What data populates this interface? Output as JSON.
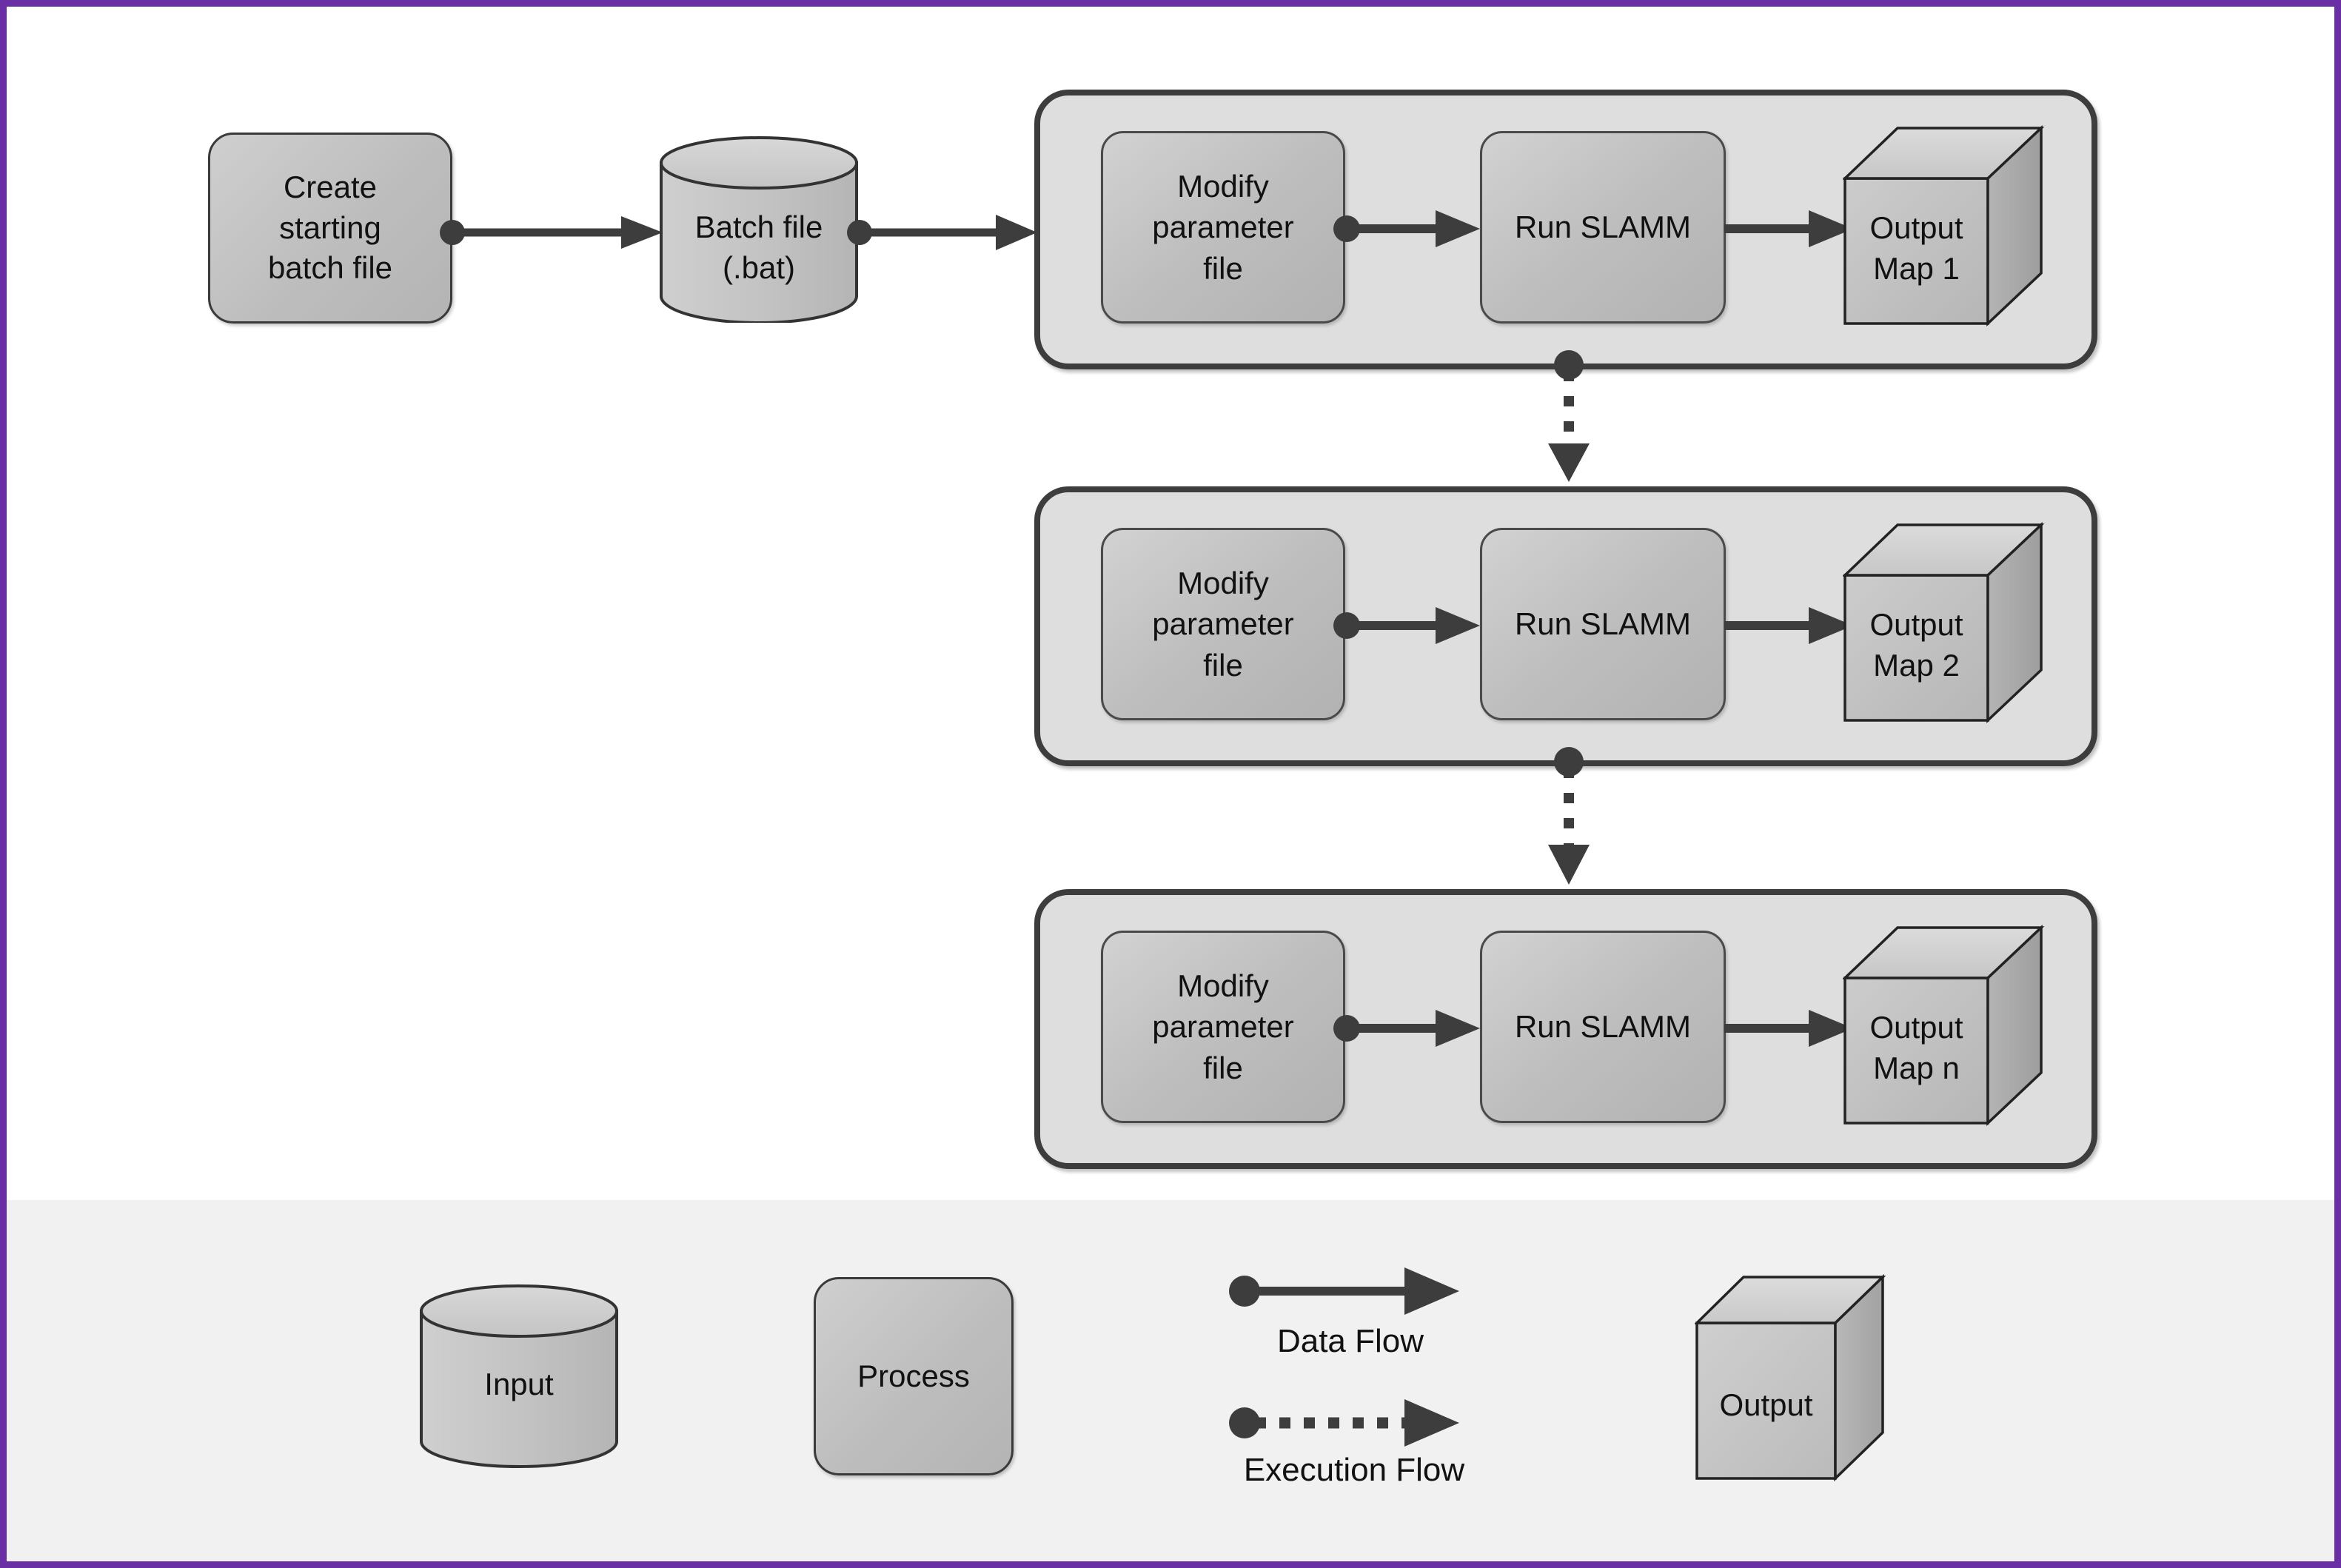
{
  "diagram": {
    "title_colors": {
      "border": "#6B2FA5",
      "group_fill": "#DEDEDE",
      "group_stroke": "#3D3D3D",
      "node_fill": "#C0C0C0",
      "node_stroke": "#4A4A4A",
      "arrow": "#3D3D3D",
      "legend_bg": "#F1F1F1"
    },
    "start": {
      "create_box": "Create\nstarting\nbatch file",
      "create_box_lines": [
        "Create",
        "starting",
        "batch file"
      ],
      "batch_file_lines": [
        "Batch file",
        "(.bat)"
      ]
    },
    "groups": [
      {
        "id": "run-1",
        "modify_lines": [
          "Modify",
          "parameter",
          "file"
        ],
        "run_label": "Run SLAMM",
        "output_lines": [
          "Output",
          "Map 1"
        ]
      },
      {
        "id": "run-2",
        "modify_lines": [
          "Modify",
          "parameter",
          "file"
        ],
        "run_label": "Run SLAMM",
        "output_lines": [
          "Output",
          "Map 2"
        ]
      },
      {
        "id": "run-n",
        "modify_lines": [
          "Modify",
          "parameter",
          "file"
        ],
        "run_label": "Run SLAMM",
        "output_lines": [
          "Output",
          "Map n"
        ]
      }
    ],
    "legend": {
      "input_label": "Input",
      "process_label": "Process",
      "data_flow_label": "Data Flow",
      "execution_flow_label": "Execution Flow",
      "output_label": "Output"
    }
  }
}
